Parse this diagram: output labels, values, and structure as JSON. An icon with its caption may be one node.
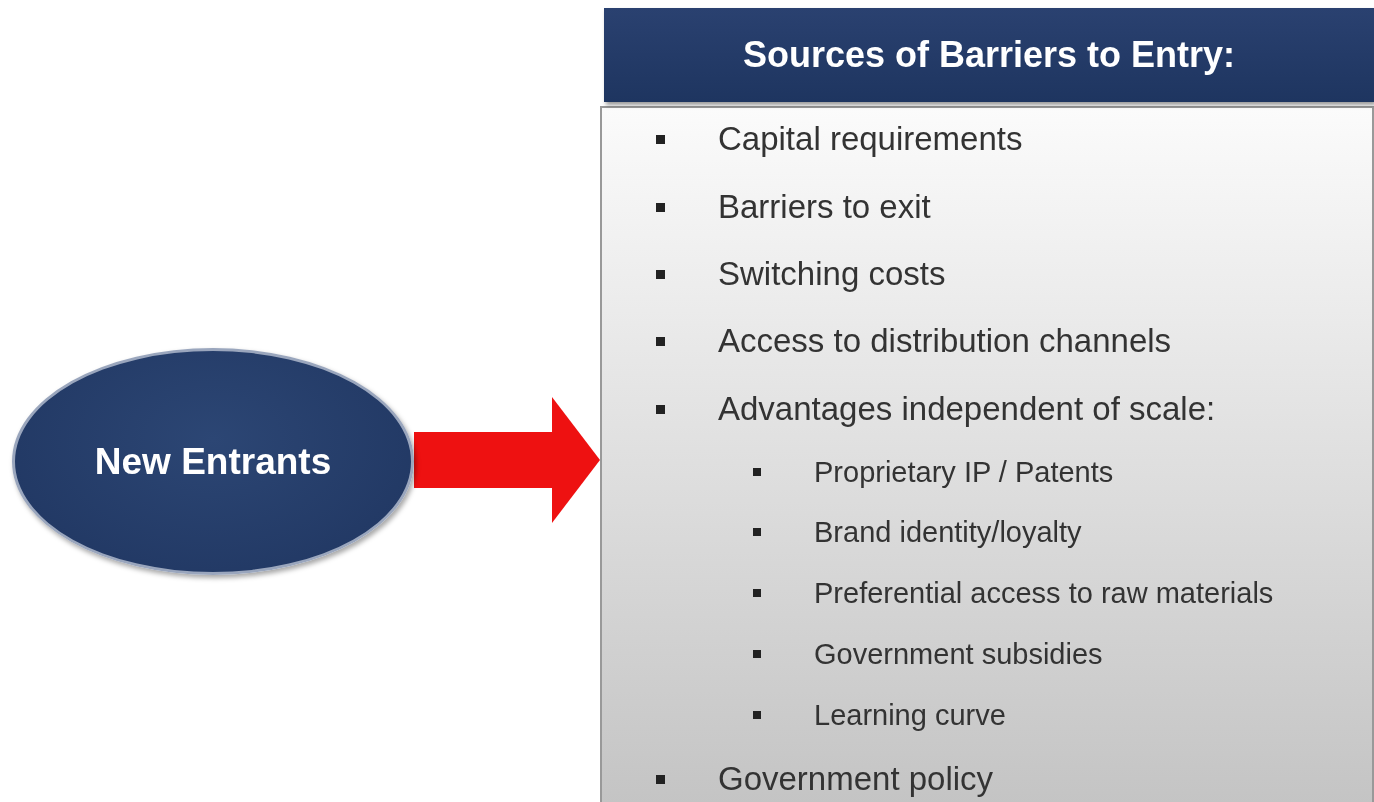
{
  "diagram": {
    "nodes": [
      {
        "text": [
          "New Entrants"
        ]
      },
      {
        "text": [
          "Sources of Barriers to Entry:"
        ]
      },
      {
        "text": [
          "Capital requirements",
          "Barriers to exit",
          "Switching costs",
          "Access to distribution channels",
          "Advantages independent of scale:",
          "Proprietary IP / Patents",
          "Brand identity/loyalty",
          "Preferential access to raw materials",
          "Government subsidies",
          "Learning curve",
          "Government policy"
        ]
      }
    ],
    "edges": [
      {
        "from": 0,
        "to": 2,
        "arrow": "to",
        "color": "#ee1111"
      }
    ]
  }
}
